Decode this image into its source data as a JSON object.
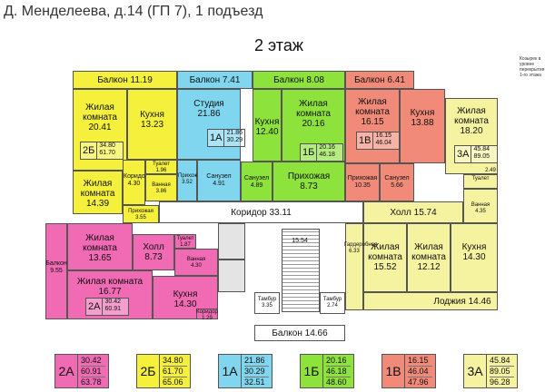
{
  "header": {
    "title": "Д. Менделеева, д.14 (ГП 7), 1 подъезд",
    "floor": "2 этаж"
  },
  "note": "Козырек в уровне перекрытия 1-го этажа",
  "colors": {
    "yellow": "#f4f03c",
    "cyan": "#7fd6ee",
    "green": "#8ee23c",
    "salmon": "#f18a78",
    "lightyellow": "#f5f2a0",
    "pink": "#f06ab4",
    "grey": "#e4e4e4"
  },
  "rooms": {
    "balcony_1": "Балкон 11.19",
    "balcony_2": "Балкон 7.41",
    "balcony_3": "Балкон 8.08",
    "balcony_4": "Балкон 6.41",
    "a2b_living1": "Жилая\nкомната\n20.41",
    "a2b_kitchen": "Кухня\n13.23",
    "a2b_living2": "Жилая\nкомната\n14.39",
    "a2b_corridor": "Коридор\n4.30",
    "a2b_toilet": "Туалет\n1.96",
    "a2b_bath": "Ванная\n3.86",
    "a2b_hall": "Прихожая\n3.55",
    "a1a_studio": "Студия\n21.86",
    "a1a_hall": "Прихожая\n3.52",
    "a1a_bath": "Санузел\n4.91",
    "a1b_kitchen": "Кухня\n12.40",
    "a1b_living": "Жилая\nкомната\n20.16",
    "a1b_bath": "Санузел\n4.89",
    "a1b_hall": "Прихожая\n8.73",
    "a1v_living": "Жилая\nкомната\n16.15",
    "a1v_kitchen": "Кухня\n13.88",
    "a1v_hall": "Прихожая\n10.35",
    "a1v_bath": "Санузел\n5.66",
    "a3a_living1": "Жилая\nкомната\n18.20",
    "a3a_toilet": "Туалет",
    "a3a_toilet_area": "2.49",
    "a3a_bath": "Ванная\n4.35",
    "a3a_hall": "Холл  15.74",
    "a3a_living2": "Жилая\nкомната\n15.52",
    "a3a_living3": "Жилая\nкомната\n12.12",
    "a3a_kitchen": "Кухня\n14.30",
    "a3a_loggia": "Лоджия 14.46",
    "a3a_wardrobe": "Гардеробная\n6.33",
    "corridor": "Коридор  33.11",
    "stairs_label": "15.54",
    "tambur1": "Тамбур\n3.35",
    "tambur2": "Тамбур\n2.74",
    "balcony_bottom": "Балкон 14.66",
    "a2a_living1": "Жилая\nкомната\n13.65",
    "a2a_hall": "Холл\n8.73",
    "a2a_toilet": "Туалет\n1.87",
    "a2a_bath": "Ванная\n4.30",
    "a2a_living2": "Жилая комната\n16.77",
    "a2a_kitchen": "Кухня\n14.30",
    "a2a_balcony": "Балкон\n9.55",
    "a2a_hall2": "Коридор\n1.29"
  },
  "codes": {
    "a2b": {
      "type": "2Б",
      "v1": "34.80",
      "v2": "61.70"
    },
    "a1a": {
      "type": "1А",
      "v1": "21.86",
      "v2": "30.29"
    },
    "a1b": {
      "type": "1Б",
      "v1": "20.16",
      "v2": "46.18"
    },
    "a1v": {
      "type": "1В",
      "v1": "16.15",
      "v2": "46.04"
    },
    "a3a": {
      "type": "3А",
      "v1": "45.84",
      "v2": "89.05"
    },
    "a2a": {
      "type": "2А",
      "v1": "30.42",
      "v2": "60.91"
    }
  },
  "legend": [
    {
      "type": "2А",
      "v1": "30.42",
      "v2": "60.91",
      "v3": "63.78",
      "color": "#f06ab4"
    },
    {
      "type": "2Б",
      "v1": "34.80",
      "v2": "61.70",
      "v3": "65.06",
      "color": "#f4f03c"
    },
    {
      "type": "1А",
      "v1": "21.86",
      "v2": "30.29",
      "v3": "32.51",
      "color": "#7fd6ee"
    },
    {
      "type": "1Б",
      "v1": "20.16",
      "v2": "46.18",
      "v3": "48.60",
      "color": "#8ee23c"
    },
    {
      "type": "1В",
      "v1": "16.15",
      "v2": "46.04",
      "v3": "47.96",
      "color": "#f18a78"
    },
    {
      "type": "3А",
      "v1": "45.84",
      "v2": "89.05",
      "v3": "96.28",
      "color": "#f5f2a0"
    }
  ]
}
